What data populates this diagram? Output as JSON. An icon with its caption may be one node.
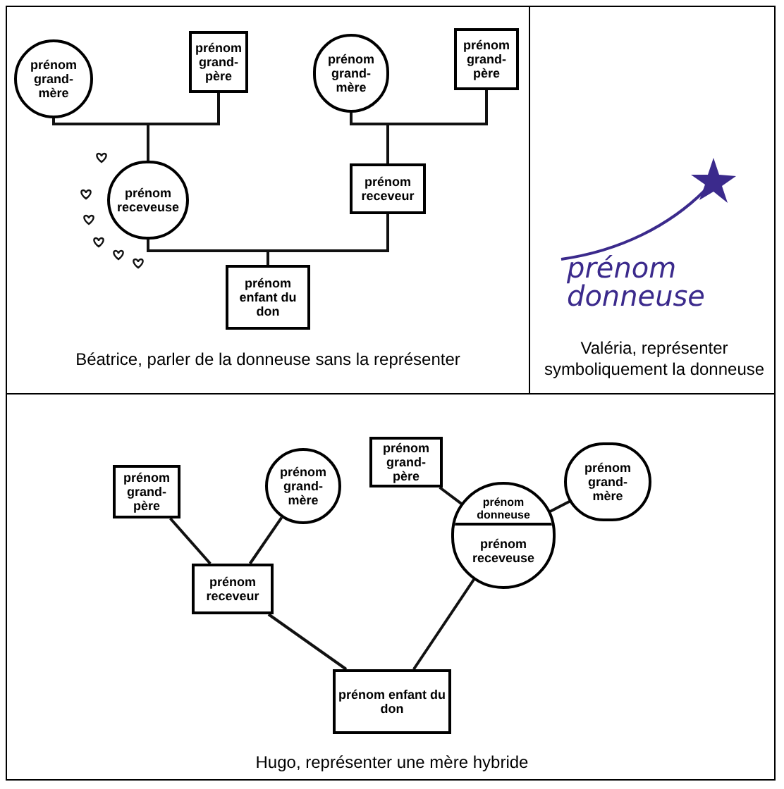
{
  "diagram": {
    "nodes": [
      {
        "text": [
          "prénom grand-mère"
        ]
      },
      {
        "text": [
          "prénom grand-père"
        ]
      },
      {
        "text": [
          "prénom grand-mère"
        ]
      },
      {
        "text": [
          "prénom grand-père"
        ]
      },
      {
        "text": [
          "prénom receveuse"
        ]
      },
      {
        "text": [
          "prénom receveur"
        ]
      },
      {
        "text": [
          "prénom enfant du don"
        ]
      },
      {
        "text": [
          "prénom grand-père"
        ]
      },
      {
        "text": [
          "prénom grand-mère"
        ]
      },
      {
        "text": [
          "prénom receveur"
        ]
      },
      {
        "text": [
          "prénom grand-père"
        ]
      },
      {
        "text": [
          "prénom grand-mère"
        ]
      },
      {
        "text": [
          "prénom donneuse",
          "prénom receveuse"
        ]
      },
      {
        "text": [
          "prénom enfant du don"
        ]
      }
    ],
    "edges": [
      {
        "from": 0,
        "to": 4,
        "arrow": "none"
      },
      {
        "from": 1,
        "to": 4,
        "arrow": "none"
      },
      {
        "from": 2,
        "to": 5,
        "arrow": "none"
      },
      {
        "from": 3,
        "to": 5,
        "arrow": "none"
      },
      {
        "from": 4,
        "to": 6,
        "arrow": "none"
      },
      {
        "from": 5,
        "to": 6,
        "arrow": "none"
      },
      {
        "from": 7,
        "to": 9,
        "arrow": "none"
      },
      {
        "from": 8,
        "to": 9,
        "arrow": "none"
      },
      {
        "from": 10,
        "to": 12,
        "arrow": "none"
      },
      {
        "from": 11,
        "to": 12,
        "arrow": "none"
      },
      {
        "from": 9,
        "to": 13,
        "arrow": "none"
      },
      {
        "from": 12,
        "to": 13,
        "arrow": "none"
      }
    ],
    "labels": [
      "Béatrice, parler de la donneuse sans la représenter",
      "prénom donneuse",
      "Valéria, représenter symboliquement la donneuse",
      "Hugo, représenter une mère hybride"
    ]
  }
}
